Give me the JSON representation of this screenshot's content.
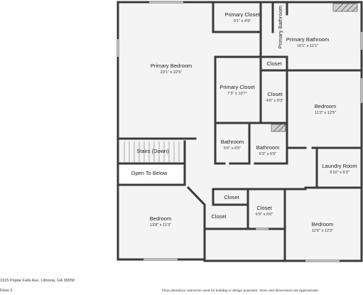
{
  "address": "1915 Poplar Falls Ave, Lithonia, GA 30058",
  "floor": "Floor 2",
  "disclaimer": "Floor plans/tour cannot be used for building or design purposes. Sizes and dimensions are approximate.",
  "rooms": {
    "primary_closet_top": {
      "name": "Primary Closet",
      "dims": "9'1\" x 4'9\""
    },
    "primary_bathroom_small": {
      "name": "Primary Bathroom"
    },
    "primary_bathroom": {
      "name": "Primary Bathroom",
      "dims": "16'1\" x 11'1\""
    },
    "primary_bedroom": {
      "name": "Primary Bedroom",
      "dims": "23'1\" x 22'5\""
    },
    "closet_upper": {
      "name": "Closet"
    },
    "primary_closet_mid": {
      "name": "Primary Closet",
      "dims": "7'3\" x 10'7\""
    },
    "closet_mid": {
      "name": "Closet",
      "dims": "4'6\" x 8'3\""
    },
    "bedroom_ne": {
      "name": "Bedroom",
      "dims": "11'2\" x 12'5\""
    },
    "bathroom_left": {
      "name": "Bathroom",
      "dims": "5'6\" x 6'5\""
    },
    "bathroom_right": {
      "name": "Bathroom",
      "dims": "6'3\" x 6'5\""
    },
    "stairs": {
      "name": "Stairs (Down)"
    },
    "open_to_below": {
      "name": "Open To Below"
    },
    "laundry_room": {
      "name": "Laundry Room",
      "dims": "6'10\" x 6'3\""
    },
    "closet_small": {
      "name": "Closet"
    },
    "closet_lower": {
      "name": "Closet",
      "dims": "6'9\" x 6'6\""
    },
    "closet_hall": {
      "name": "Closet"
    },
    "bedroom_sw": {
      "name": "Bedroom",
      "dims": "13'8\" x 11'3\""
    },
    "bedroom_se": {
      "name": "Bedroom",
      "dims": "12'5\" x 12'2\""
    }
  }
}
